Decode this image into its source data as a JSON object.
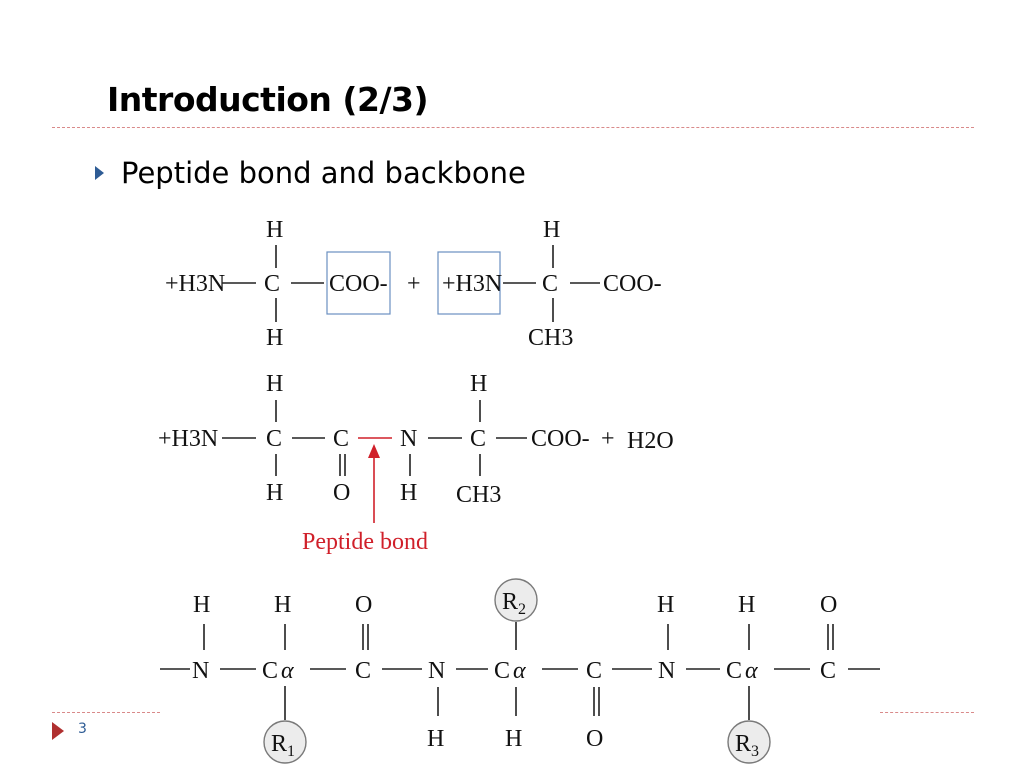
{
  "slide": {
    "title": "Introduction (2/3)",
    "bullet": "Peptide bond and backbone",
    "page_number": "3"
  },
  "reaction_1": {
    "glycine": {
      "amino": "+H3N",
      "carbon": "C",
      "top": "H",
      "bottom": "H",
      "carboxyl": "COO-"
    },
    "plus": "+",
    "alanine": {
      "amino": "+H3N",
      "carbon": "C",
      "top": "H",
      "bottom": "CH3",
      "carboxyl": "COO-"
    }
  },
  "reaction_2": {
    "amino": "+H3N",
    "alpha_1": {
      "carbon": "C",
      "top": "H",
      "bottom": "H"
    },
    "carbonyl": {
      "carbon": "C",
      "oxygen": "O"
    },
    "amide": {
      "nitrogen": "N",
      "hydrogen": "H"
    },
    "alpha_2": {
      "carbon": "C",
      "top": "H",
      "bottom": "CH3"
    },
    "carboxyl": "COO-",
    "plus": "+",
    "water": "H2O",
    "annotation": "Peptide bond",
    "annotation_color": "#d0202a"
  },
  "backbone": {
    "units": [
      {
        "n": "N",
        "n_h": "H",
        "ca_c": "C",
        "ca_alpha": "α",
        "ca_h": "H",
        "side_chain": "R",
        "side_index": "1",
        "co_c": "C",
        "co_o": "O"
      },
      {
        "n": "N",
        "n_h": "H",
        "ca_c": "C",
        "ca_alpha": "α",
        "ca_h": "H",
        "side_chain": "R",
        "side_index": "2",
        "co_c": "C",
        "co_o": "O"
      },
      {
        "n": "N",
        "n_h": "H",
        "ca_c": "C",
        "ca_alpha": "α",
        "ca_h": "H",
        "side_chain": "R",
        "side_index": "3",
        "co_c": "C",
        "co_o": "O"
      }
    ]
  },
  "colors": {
    "accent": "#2e5c95",
    "rule": "#d98a8a",
    "footer_marker": "#b03030",
    "box": "#6a8fc0",
    "circle": "#7a7a7a"
  }
}
